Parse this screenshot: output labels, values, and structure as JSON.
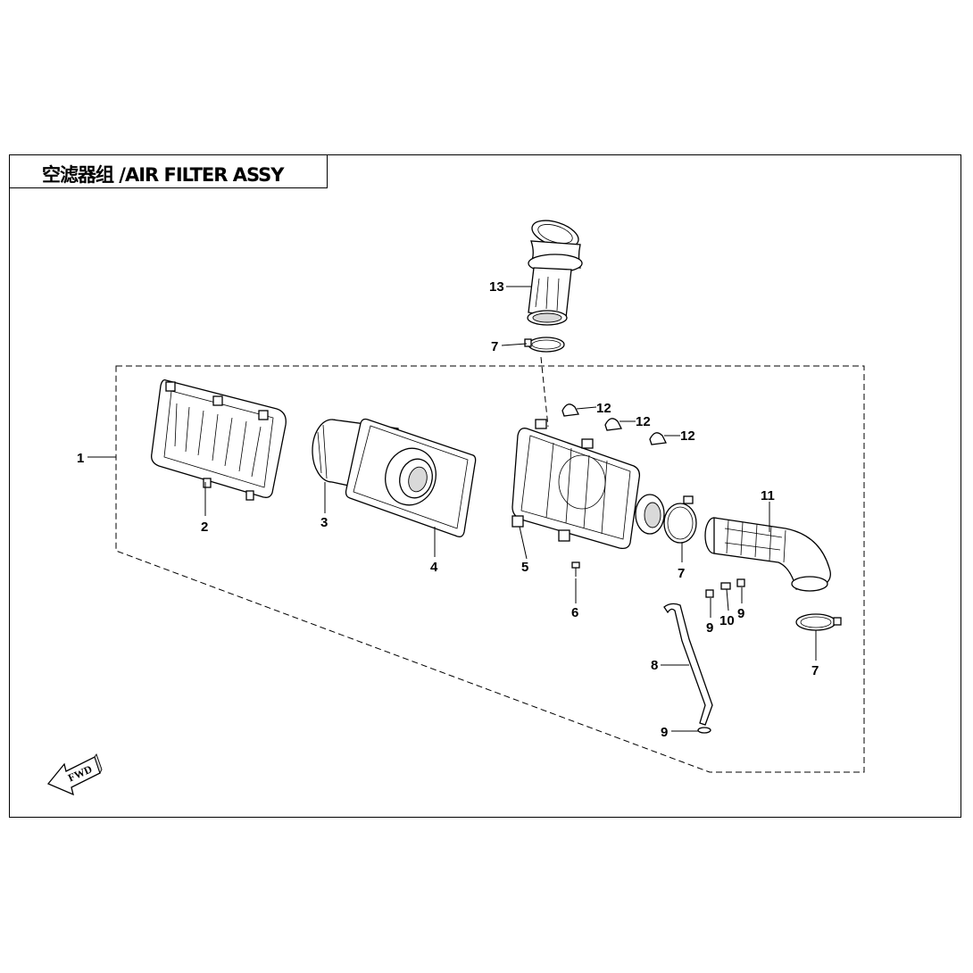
{
  "header": {
    "title": "空滤器组 /AIR FILTER ASSY"
  },
  "fwd_arrow": {
    "label": "FWD",
    "icon": "fwd-arrow-icon"
  },
  "callouts": [
    {
      "id": "c1",
      "label": "1"
    },
    {
      "id": "c2",
      "label": "2"
    },
    {
      "id": "c3",
      "label": "3"
    },
    {
      "id": "c4",
      "label": "4"
    },
    {
      "id": "c5",
      "label": "5"
    },
    {
      "id": "c6",
      "label": "6"
    },
    {
      "id": "c7a",
      "label": "7"
    },
    {
      "id": "c7b",
      "label": "7"
    },
    {
      "id": "c7c",
      "label": "7"
    },
    {
      "id": "c8",
      "label": "8"
    },
    {
      "id": "c9a",
      "label": "9"
    },
    {
      "id": "c9b",
      "label": "9"
    },
    {
      "id": "c9c",
      "label": "9"
    },
    {
      "id": "c10",
      "label": "10"
    },
    {
      "id": "c11",
      "label": "11"
    },
    {
      "id": "c12a",
      "label": "12"
    },
    {
      "id": "c12b",
      "label": "12"
    },
    {
      "id": "c12c",
      "label": "12"
    },
    {
      "id": "c13",
      "label": "13"
    }
  ]
}
